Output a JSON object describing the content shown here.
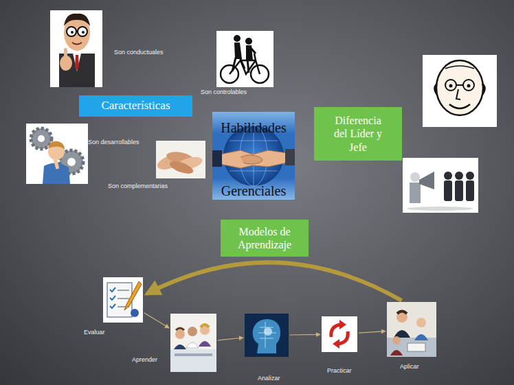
{
  "diagram": {
    "nodes": [
      {
        "text": [
          "Características"
        ]
      },
      {
        "text": [
          "Habilidades",
          "Gerenciales"
        ]
      },
      {
        "text": [
          "Diferencia del Líder y Jefe"
        ]
      },
      {
        "text": [
          "Modelos de Aprendizaje"
        ]
      },
      {
        "text": [
          "Evaluar"
        ]
      },
      {
        "text": [
          "Aprender"
        ]
      },
      {
        "text": [
          "Analizar"
        ]
      },
      {
        "text": [
          "Practicar"
        ]
      },
      {
        "text": [
          "Aplicar"
        ]
      }
    ],
    "edges": [
      {
        "from": 4,
        "to": 5,
        "arrow": "to"
      },
      {
        "from": 5,
        "to": 6,
        "arrow": "to"
      },
      {
        "from": 6,
        "to": 7,
        "arrow": "to"
      },
      {
        "from": 7,
        "to": 8,
        "arrow": "to"
      },
      {
        "from": 8,
        "to": 4,
        "arrow": "to"
      }
    ],
    "labels": [
      "Son conductuales",
      "Son controlables",
      "Son desarrollables",
      "Son complementarias"
    ]
  }
}
